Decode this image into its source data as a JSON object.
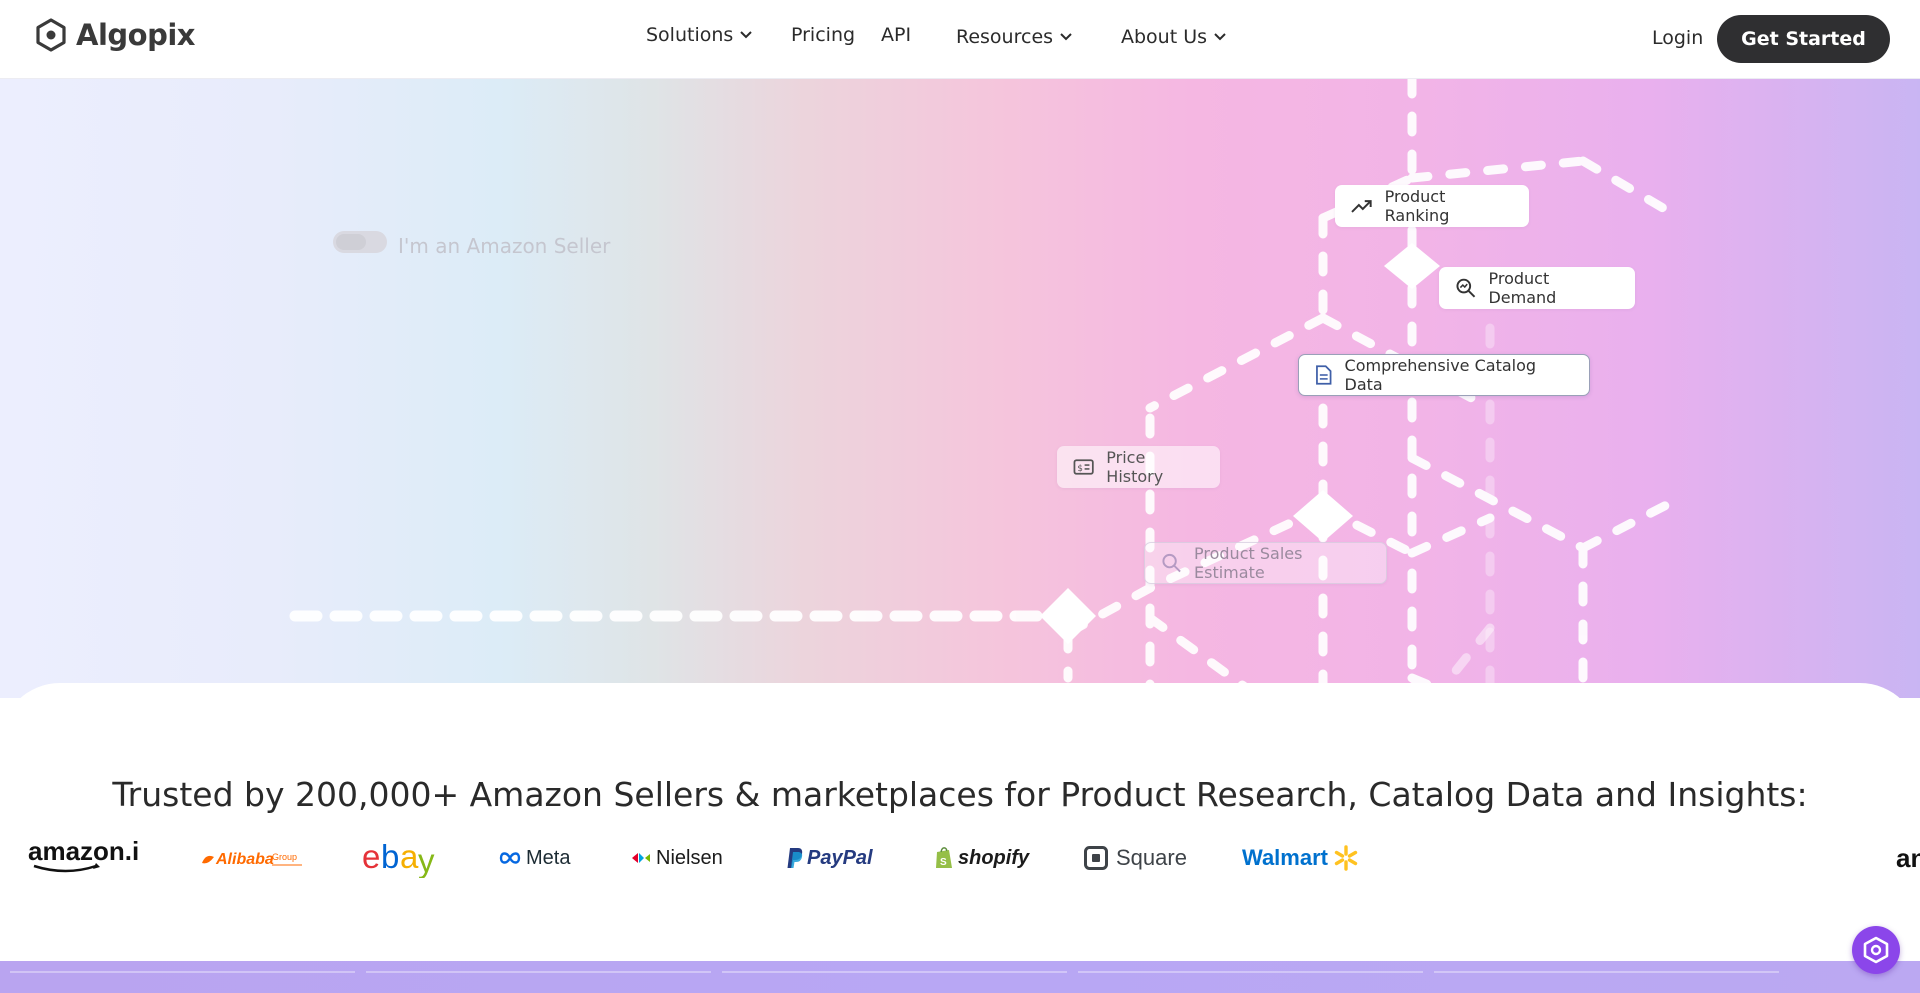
{
  "brand": {
    "name": "Algopix"
  },
  "nav": {
    "solutions": "Solutions",
    "pricing": "Pricing",
    "api": "API",
    "resources": "Resources",
    "about": "About Us"
  },
  "auth": {
    "login": "Login",
    "get_started": "Get Started"
  },
  "hero": {
    "toggle_label": "I'm an Amazon Seller",
    "tags": {
      "product_ranking": "Product Ranking",
      "product_demand": "Product Demand",
      "catalog_data": "Comprehensive Catalog Data",
      "price_history": "Price History",
      "sales_estimate": "Product Sales Estimate"
    },
    "icons": {
      "product_ranking": "trend-up-icon",
      "product_demand": "search-analytics-icon",
      "catalog_data": "document-icon",
      "price_history": "price-tag-icon",
      "sales_estimate": "search-icon"
    }
  },
  "trusted": {
    "heading": "Trusted by 200,000+ Amazon Sellers & marketplaces for Product Research, Catalog Data and Insights:",
    "logos": {
      "amazon_in": "amazon.in",
      "alibaba": "Alibaba",
      "alibaba_group": "Group",
      "ebay_e": "e",
      "ebay_b": "b",
      "ebay_a": "a",
      "ebay_y": "y",
      "meta": "Meta",
      "nielsen": "Nielsen",
      "paypal": "PayPal",
      "shopify": "shopify",
      "square": "Square",
      "walmart": "Walmart",
      "amazon_partial": "an"
    }
  },
  "colors": {
    "accent": "#8b46ea",
    "cta_bg": "#2f2f31",
    "ebay_red": "#e53238",
    "ebay_blue": "#0064d2",
    "ebay_yellow": "#f5af02",
    "ebay_green": "#86b817",
    "paypal_dark": "#253b80",
    "paypal_light": "#179bd7",
    "walmart_blue": "#0071ce",
    "walmart_yellow": "#ffc220",
    "alibaba_orange": "#ff6a00",
    "shopify_green": "#95bf47"
  }
}
